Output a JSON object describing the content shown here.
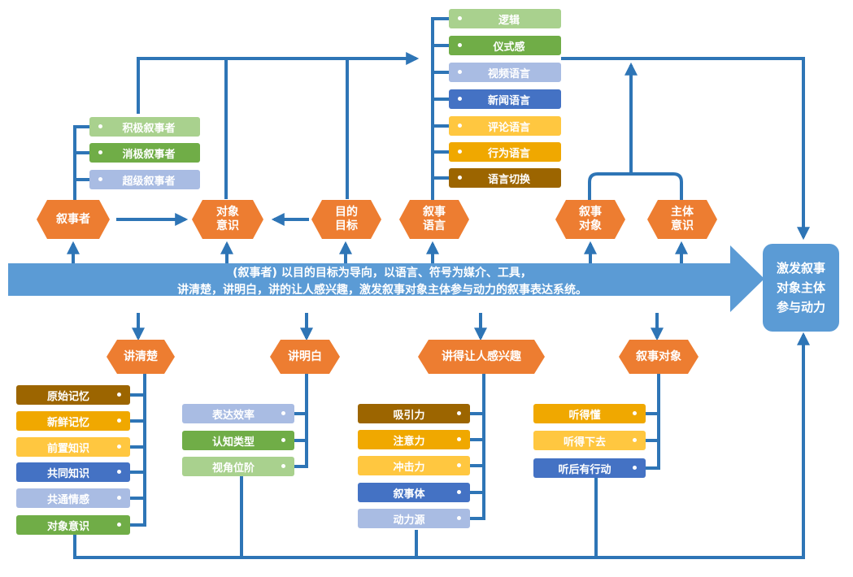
{
  "colors": {
    "orange": "#ed7d31",
    "arrow_blue": "#2e75b6",
    "banner_blue": "#5b9bd5",
    "dark_gold": "#9c6500",
    "gold": "#f0a800",
    "light_gold": "#ffc740",
    "dark_blue": "#4472c4",
    "light_blue": "#a9bce3",
    "green": "#70ad47",
    "light_green": "#a9d18e"
  },
  "banner": {
    "line1": "(叙事者) 以目的目标为导向，以语言、符号为媒介、工具，",
    "line2": "讲清楚，讲明白，讲的让人感兴趣，激发叙事对象主体参与动力的叙事表达系统。"
  },
  "goal": "激发叙事\n对象主体\n参与动力",
  "top_nodes": [
    {
      "label": "叙事者"
    },
    {
      "label": "对象\n意识"
    },
    {
      "label": "目的\n目标"
    },
    {
      "label": "叙事\n语言"
    },
    {
      "label": "叙事\n对象"
    },
    {
      "label": "主体\n意识"
    }
  ],
  "narrator_types": [
    "积极叙事者",
    "消极叙事者",
    "超级叙事者"
  ],
  "language_types": [
    "逻辑",
    "仪式感",
    "视频语言",
    "新闻语言",
    "评论语言",
    "行为语言",
    "语言切换"
  ],
  "bottom_nodes": [
    {
      "label": "讲清楚",
      "items": [
        "原始记忆",
        "新鲜记忆",
        "前置知识",
        "共同知识",
        "共通情感",
        "对象意识"
      ]
    },
    {
      "label": "讲明白",
      "items": [
        "表达效率",
        "认知类型",
        "视角位阶"
      ]
    },
    {
      "label": "讲得让人感兴趣",
      "items": [
        "吸引力",
        "注意力",
        "冲击力",
        "叙事体",
        "动力源"
      ]
    },
    {
      "label": "叙事对象",
      "items": [
        "听得懂",
        "听得下去",
        "听后有行动"
      ]
    }
  ]
}
